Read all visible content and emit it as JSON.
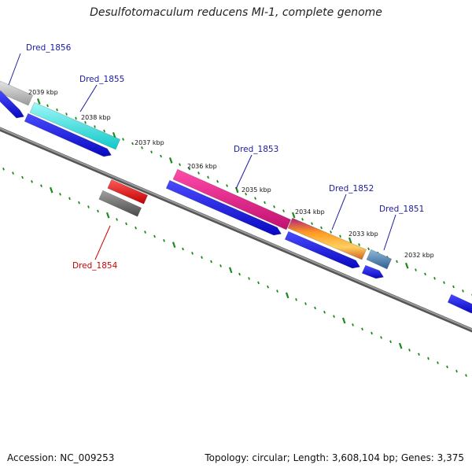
{
  "title": "Desulfotomaculum reducens MI-1, complete genome",
  "footer": {
    "accession": "Accession: NC_009253",
    "summary": "Topology: circular; Length: 3,608,104 bp; Genes: 3,375"
  },
  "colors": {
    "backbone": "#808080",
    "tick": "#1a8a1a",
    "cds_arrow": "#1010e0",
    "forward_label": "#1a1aa0",
    "reverse_label": "#cc0000"
  },
  "scale_labels": [
    "2039 kbp",
    "2038 kbp",
    "2037 kbp",
    "2036 kbp",
    "2035 kbp",
    "2034 kbp",
    "2033 kbp",
    "2032 kbp"
  ],
  "genes": [
    {
      "label": "Dred_1856",
      "strand": "forward",
      "color": "#b8b8b8"
    },
    {
      "label": "Dred_1855",
      "strand": "forward",
      "color": "#22e0e0"
    },
    {
      "label": "Dred_1853",
      "strand": "forward",
      "color": "#e8288a"
    },
    {
      "label": "Dred_1852",
      "strand": "forward",
      "color": "#f08a2a"
    },
    {
      "label": "Dred_1851",
      "strand": "forward",
      "color": "#4a7fb0"
    },
    {
      "label": "Dred_1854",
      "strand": "reverse",
      "color": "#ee1111"
    }
  ]
}
